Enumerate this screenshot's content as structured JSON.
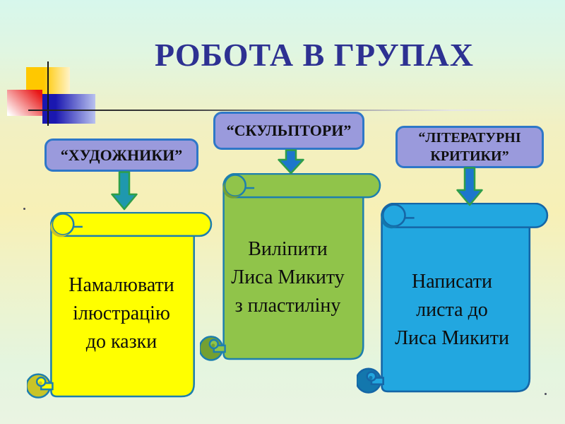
{
  "slide": {
    "title": "РОБОТА В ГРУПАХ",
    "groups": [
      {
        "label": "“ХУДОЖНИКИ”",
        "task": "Намалювати\nілюстрацію\nдо казки",
        "scroll_fill": "#ffff00",
        "scroll_border": "#1d7fae",
        "arrow_fill": "#1f98ae"
      },
      {
        "label": "“СКУЛЬПТОРИ”",
        "task": "Виліпити\nЛиса Микиту\nз пластиліну",
        "scroll_fill": "#90c44a",
        "scroll_border": "#1d7fae",
        "arrow_fill": "#1d76cc"
      },
      {
        "label": "“ЛІТЕРАТУРНІ\nКРИТИКИ”",
        "task": "Написати\nлиста до\nЛиса Микити",
        "scroll_fill": "#22a7e0",
        "scroll_border": "#1566a6",
        "arrow_fill": "#1d76cc"
      }
    ],
    "colors": {
      "title_text": "#2d3192",
      "label_box_fill": "#9a9adc",
      "label_box_border": "#2e77c8",
      "arrow_border": "#2f9e49",
      "task_text": "#0d0d0d",
      "background_top": "#d7f7ec",
      "background_middle": "#f7f0b6",
      "background_bottom": "#eaf4e2"
    }
  }
}
